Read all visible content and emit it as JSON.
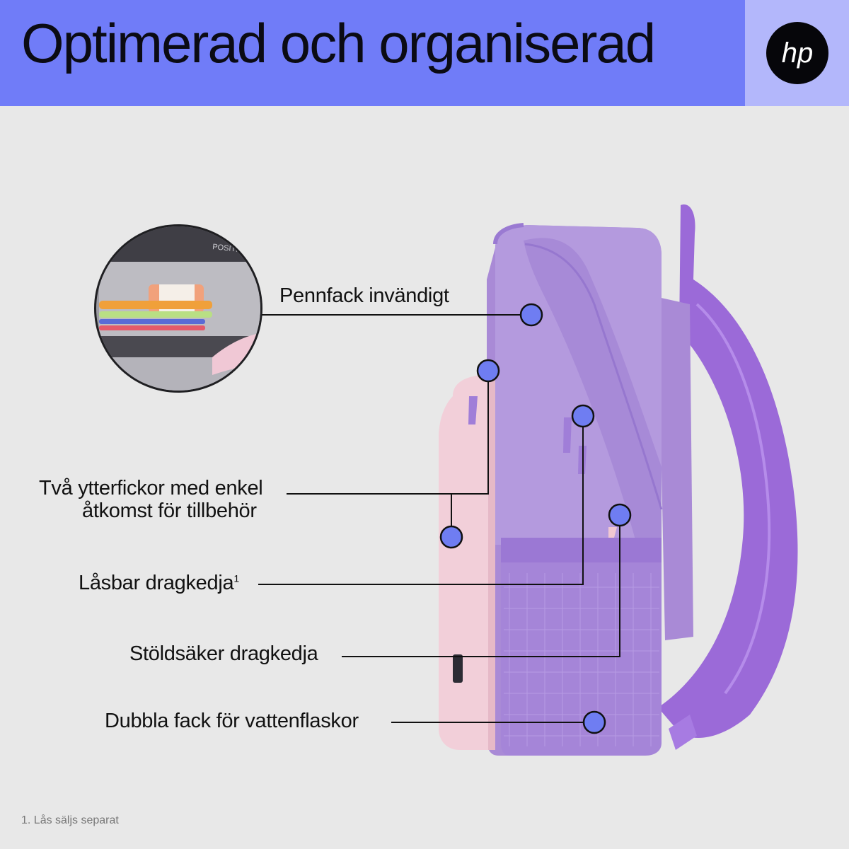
{
  "header": {
    "title": "Optimerad och organiserad",
    "accent_color": "#707cf8",
    "logo_box_color": "#b3b7fb"
  },
  "brand": {
    "logo_text": "hp",
    "logo_icon": "hp-logo-icon"
  },
  "callouts": [
    {
      "text": "Pennfack invändigt"
    },
    {
      "line1": "Två ytterfickor med enkel",
      "line2": "åtkomst för tillbehör"
    },
    {
      "text": "Låsbar dragkedja",
      "note_marker": "1"
    },
    {
      "text": "Stöldsäker dragkedja"
    },
    {
      "text": "Dubbla fack för vattenflaskor"
    }
  ],
  "callout_dot_color": "#6f7df2",
  "inset": {
    "printed_text": "POSITION BOX"
  },
  "footnote": {
    "text": "1. Lås säljs separat"
  }
}
